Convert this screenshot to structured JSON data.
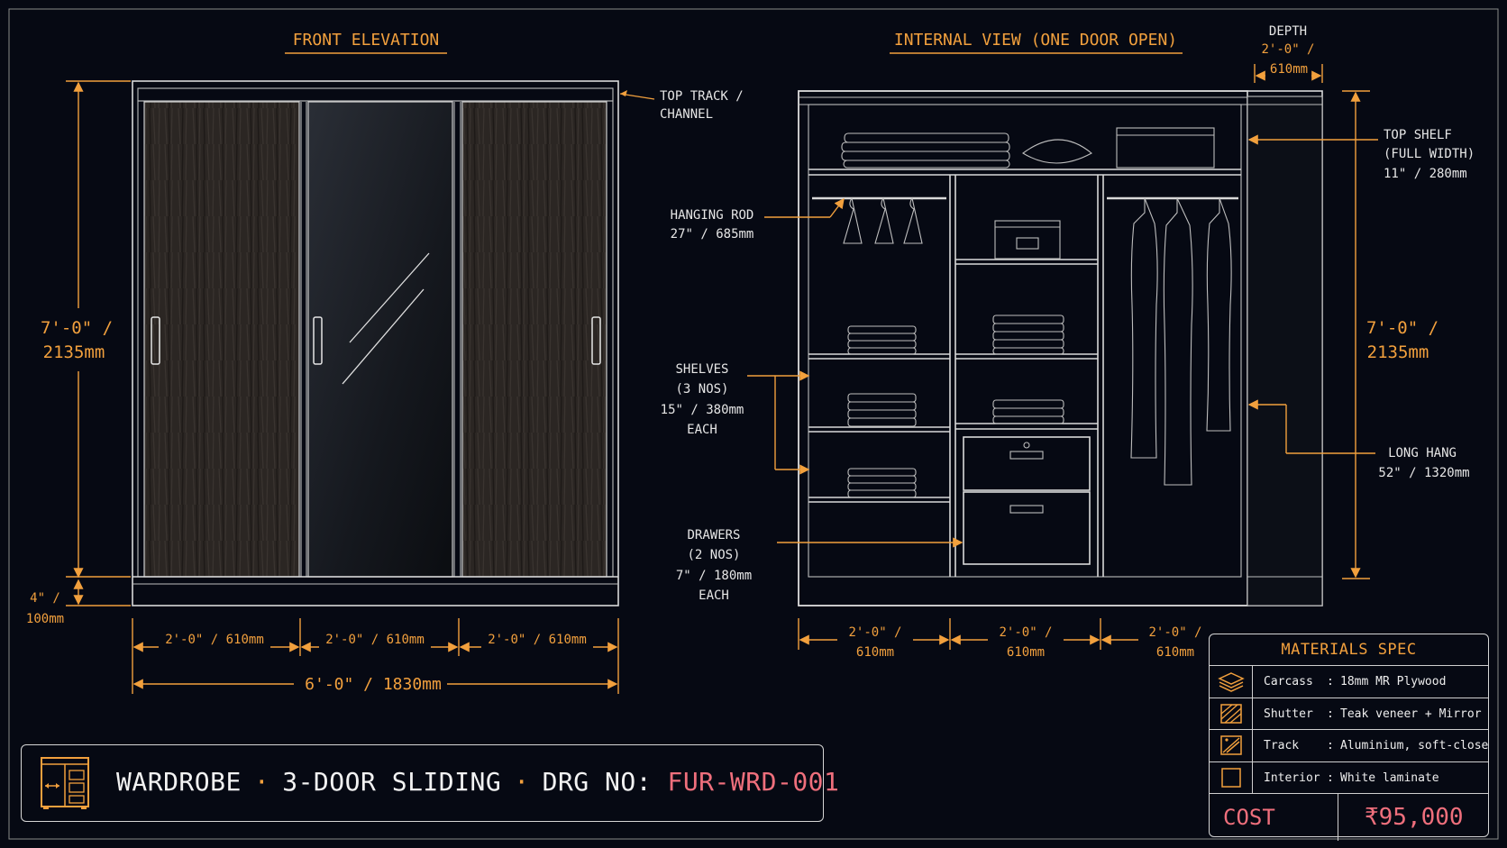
{
  "drawing": {
    "front_title": "FRONT ELEVATION",
    "internal_title": "INTERNAL VIEW (ONE DOOR OPEN)",
    "depth": {
      "label": "DEPTH",
      "imperial": "2'-0\" /",
      "metric": "610mm"
    },
    "top_track": {
      "line1": "TOP TRACK /",
      "line2": "CHANNEL"
    },
    "height_left": {
      "imperial": "7'-0\" /",
      "metric": "2135mm"
    },
    "plinth": {
      "imperial": "4\" /",
      "metric": "100mm"
    },
    "front_widths": [
      "2'-0\" / 610mm",
      "2'-0\" / 610mm",
      "2'-0\" / 610mm"
    ],
    "front_total": "6'-0\" / 1830mm",
    "hanging_rod": {
      "line1": "HANGING ROD",
      "line2": "27\" / 685mm"
    },
    "shelves": {
      "line1": "SHELVES",
      "line2": "(3 NOS)",
      "line3": "15\" / 380mm",
      "line4": "EACH"
    },
    "drawers": {
      "line1": "DRAWERS",
      "line2": "(2 NOS)",
      "line3": "7\" / 180mm",
      "line4": "EACH"
    },
    "top_shelf": {
      "line1": "TOP SHELF",
      "line2": "(FULL WIDTH)",
      "line3": "11\" / 280mm"
    },
    "height_right": {
      "imperial": "7'-0\" /",
      "metric": "2135mm"
    },
    "long_hang": {
      "line1": "LONG HANG",
      "line2": "52\" / 1320mm"
    },
    "internal_widths": [
      {
        "imperial": "2'-0\" /",
        "metric": "610mm"
      },
      {
        "imperial": "2'-0\" /",
        "metric": "610mm"
      },
      {
        "imperial": "2'-0\" /",
        "metric": "610mm"
      }
    ]
  },
  "title_block": {
    "name": "WARDROBE",
    "separator": "·",
    "type": "3-DOOR SLIDING",
    "drg_label": "DRG NO:",
    "drg_no": "FUR-WRD-001",
    "icon": "wardrobe-icon"
  },
  "materials": {
    "heading": "MATERIALS SPEC",
    "rows": [
      {
        "key": "Carcass",
        "colon": ":",
        "value": "18mm MR Plywood",
        "icon": "layers-icon"
      },
      {
        "key": "Shutter",
        "colon": ":",
        "value": "Teak veneer + Mirror",
        "icon": "veneer-icon"
      },
      {
        "key": "Track",
        "colon": ":",
        "value": "Aluminium, soft-close",
        "icon": "track-icon"
      },
      {
        "key": "Interior",
        "colon": ":",
        "value": "White laminate",
        "icon": "square-icon"
      }
    ],
    "cost_label": "COST",
    "cost_value": "₹95,000"
  },
  "colors": {
    "background": "#060913",
    "accent": "#f2a03d",
    "highlight": "#ef6f7c",
    "line": "#d9d9d9"
  }
}
